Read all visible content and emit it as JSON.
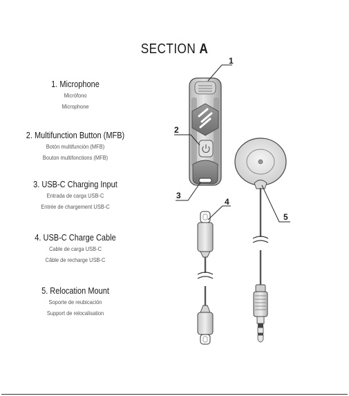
{
  "section": {
    "prefix": "SECTION",
    "letter": "A"
  },
  "parts": [
    {
      "number": "1",
      "name": "1. Microphone",
      "es": "Micrófono",
      "fr": "Microphone"
    },
    {
      "number": "2",
      "name": "2. Multifunction Button (MFB)",
      "es": "Botón multifunción (MFB)",
      "fr": "Bouton multifonctions (MFB)"
    },
    {
      "number": "3",
      "name": "3. USB-C Charging Input",
      "es": "Entrada de carga USB-C",
      "fr": "Entrée de chargement USB-C"
    },
    {
      "number": "4",
      "name": "4. USB-C Charge Cable",
      "es": "Cable de carga USB-C",
      "fr": "Câble de recharge USB-C"
    },
    {
      "number": "5",
      "name": "5. Relocation Mount",
      "es": "Soporte de reubicación",
      "fr": "Support de relocalisation"
    }
  ],
  "icons": [
    "power-icon",
    "brand-logo-icon"
  ]
}
